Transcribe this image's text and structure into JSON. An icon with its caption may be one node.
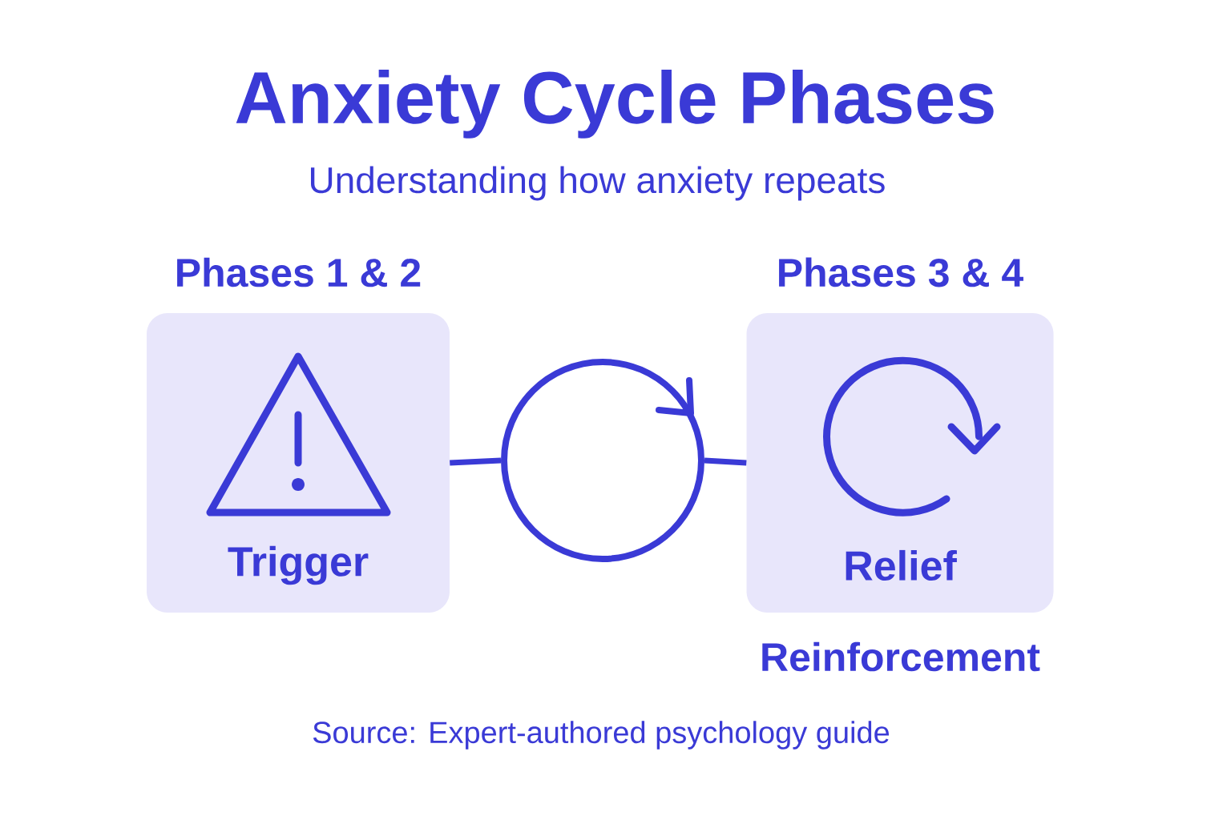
{
  "diagram": {
    "title": "Anxiety Cycle Phases",
    "caption": "Source: Expert-authored psychology guide",
    "labels": [
      "Understanding how anxiety repeats"
    ],
    "nodes": [
      {
        "text": [
          "Phases 1 & 2",
          "Trigger"
        ]
      },
      {
        "text": [],
        "shape": "circle"
      },
      {
        "text": [
          "Phases 3 & 4",
          "Relief"
        ],
        "beside": [
          "Reinforcement"
        ]
      }
    ],
    "edges": [
      {
        "from": 0,
        "to": 1,
        "arrow": "none"
      },
      {
        "from": 1,
        "to": 2,
        "arrow": "none"
      }
    ]
  }
}
